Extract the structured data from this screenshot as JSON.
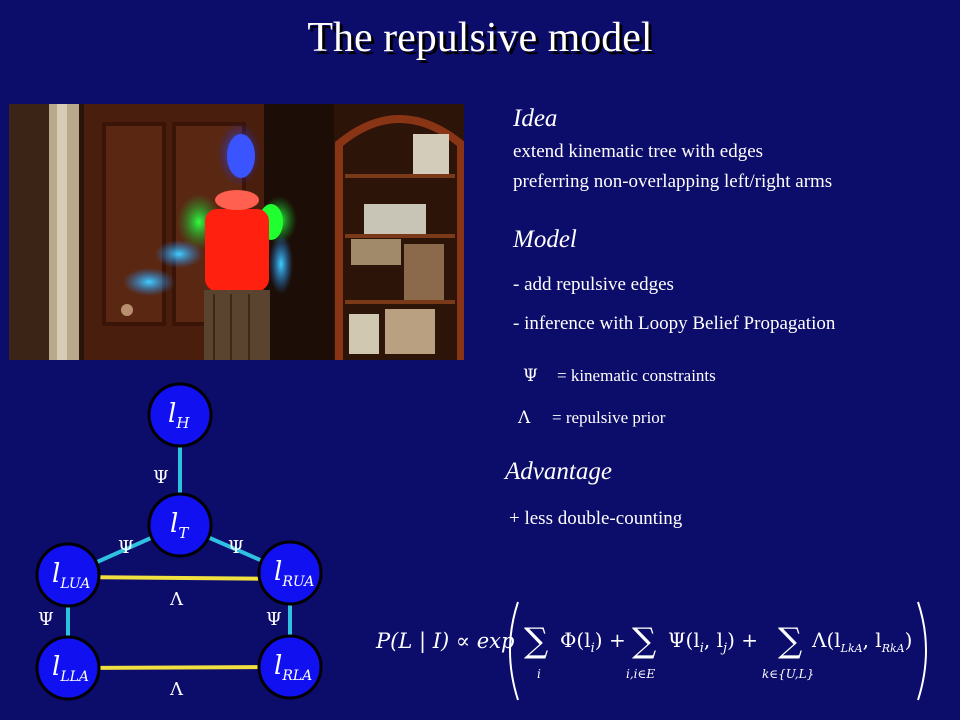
{
  "title": "The repulsive model",
  "idea": {
    "heading": "Idea",
    "line1": "extend kinematic tree with edges",
    "line2": "preferring non-overlapping left/right arms"
  },
  "model": {
    "heading": "Model",
    "item1": "- add repulsive edges",
    "item2": "- inference with Loopy Belief Propagation"
  },
  "legend": {
    "psi_symbol": "Ψ",
    "psi_text": "= kinematic constraints",
    "lambda_symbol": "Λ",
    "lambda_text": "= repulsive prior"
  },
  "advantage": {
    "heading": "Advantage",
    "item1": "+ less double-counting"
  },
  "graph": {
    "nodes": {
      "head": {
        "base": "l",
        "sub": "H"
      },
      "torso": {
        "base": "l",
        "sub": "T"
      },
      "lua": {
        "base": "l",
        "sub": "LUA"
      },
      "rua": {
        "base": "l",
        "sub": "RUA"
      },
      "lla": {
        "base": "l",
        "sub": "LLA"
      },
      "rla": {
        "base": "l",
        "sub": "RLA"
      }
    },
    "edge_labels": {
      "head_torso": "Ψ",
      "torso_lua": "Ψ",
      "torso_rua": "Ψ",
      "lua_lla": "Ψ",
      "rua_rla": "Ψ",
      "upper_repulsive": "Λ",
      "lower_repulsive": "Λ"
    },
    "colors": {
      "node": "#1010f0",
      "kinematic_edge": "#30c0e0",
      "repulsive_edge": "#f0e040"
    }
  },
  "formula": {
    "lhs": "P(L | I) ∝ exp",
    "sum1_body": "Φ(l",
    "sum1_sub": "i",
    "sum1_close": ") +",
    "sum1_under": "i",
    "sum2_body": "Ψ(l",
    "sum2_sub_a": "i",
    "sum2_mid": ", l",
    "sum2_sub_b": "j",
    "sum2_close": ") +",
    "sum2_under": "i,i∈E",
    "sum3_body": "Λ(l",
    "sum3_sub_a": "LkA",
    "sum3_mid": ", l",
    "sum3_sub_b": "RkA",
    "sum3_close": ")",
    "sum3_under": "k∈{U,L}",
    "sigma": "∑"
  }
}
